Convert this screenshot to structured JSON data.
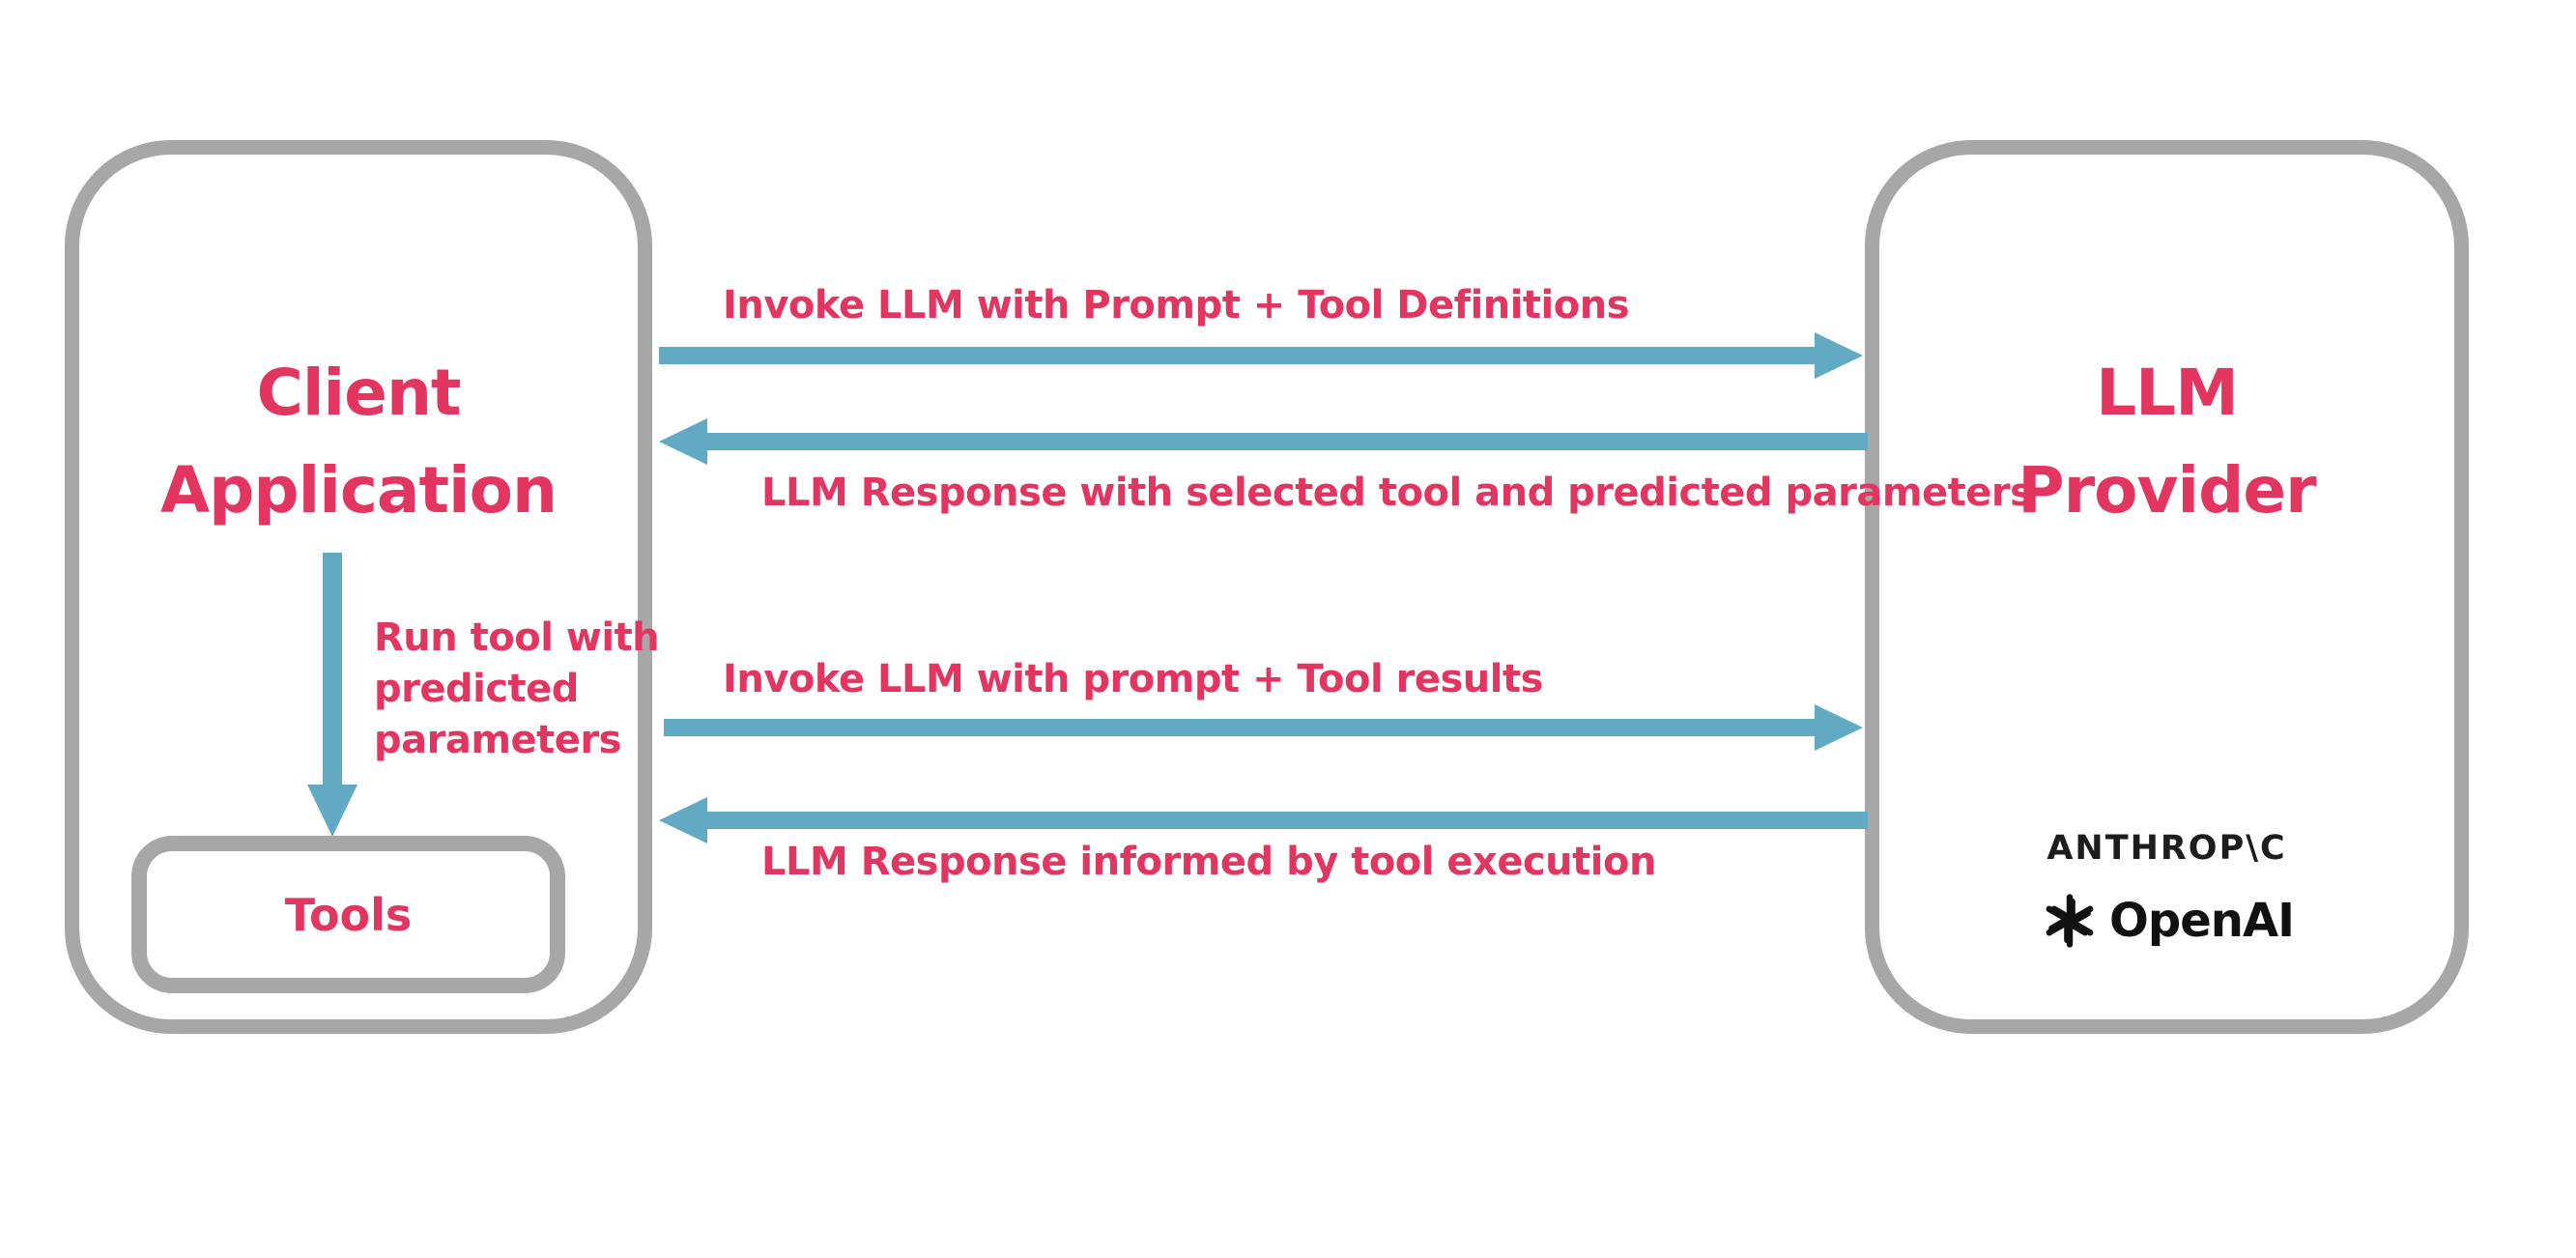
{
  "diagram": {
    "colors": {
      "label_pink": "#E2355F",
      "arrow_blue": "#62A9C4",
      "box_border_gray": "#A7A7A7",
      "logo_black": "#111111",
      "background": "#FFFFFF"
    },
    "client_box": {
      "title": "Client Application"
    },
    "tools_box": {
      "label": "Tools"
    },
    "client_to_tools_arrow": {
      "direction": "down",
      "label": "Run tool with predicted parameters"
    },
    "arrows": [
      {
        "direction": "right",
        "label": "Invoke LLM with Prompt + Tool Definitions"
      },
      {
        "direction": "left",
        "label": "LLM Response with selected tool and predicted parameters"
      },
      {
        "direction": "right",
        "label": "Invoke LLM with prompt + Tool results"
      },
      {
        "direction": "left",
        "label": "LLM Response informed by tool execution"
      }
    ],
    "provider_box": {
      "title": "LLM Provider",
      "providers": [
        {
          "name": "Anthropic",
          "wordmark": "ANTHROP\\C"
        },
        {
          "name": "OpenAI",
          "wordmark": "OpenAI"
        }
      ]
    }
  }
}
